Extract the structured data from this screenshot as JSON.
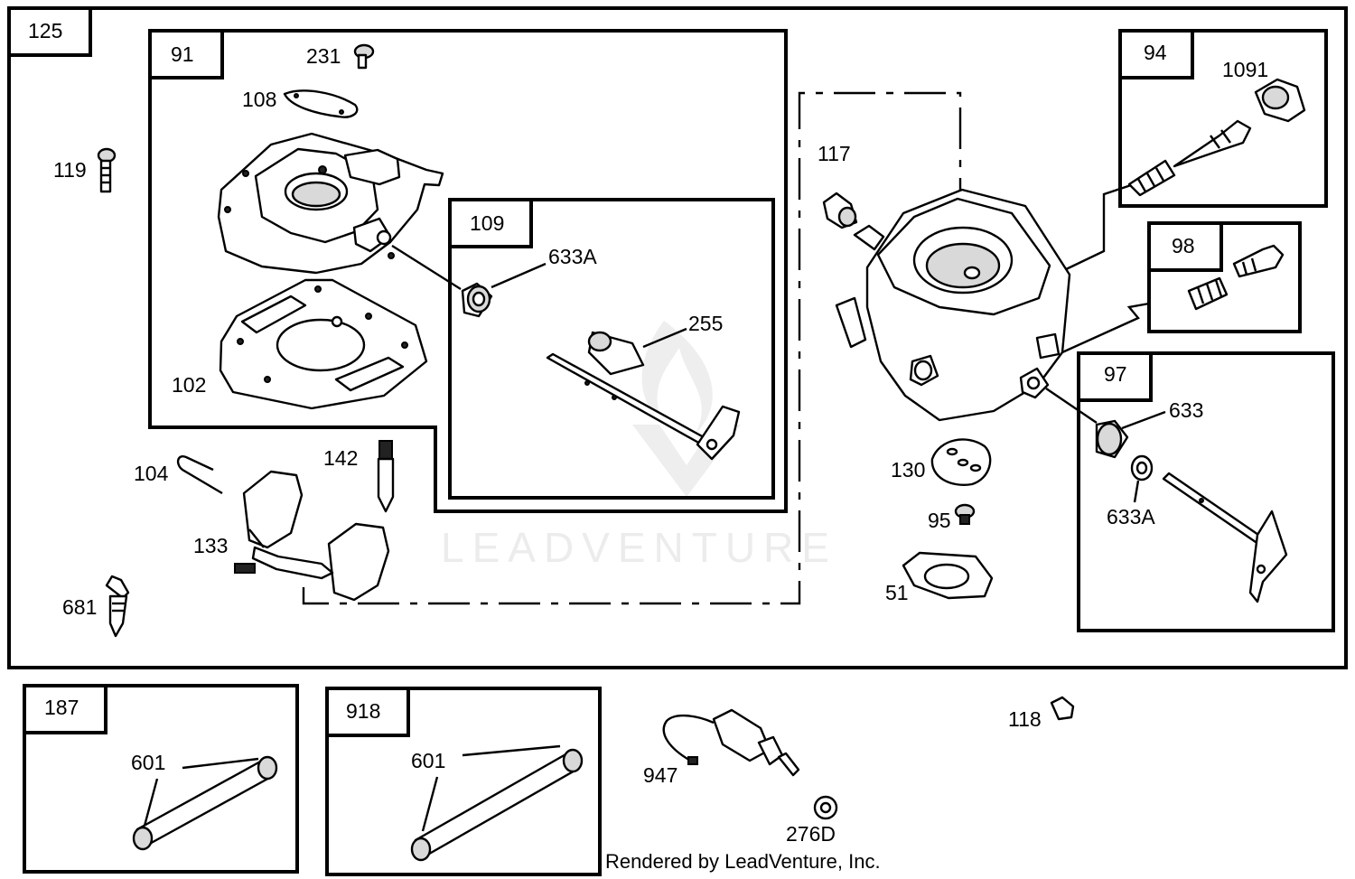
{
  "credit": "Rendered by LeadVenture, Inc.",
  "watermark": "LEADVENTURE",
  "groups": {
    "g125": "125",
    "g91": "91",
    "g109": "109",
    "g94": "94",
    "g98": "98",
    "g97": "97",
    "g187": "187",
    "g918": "918"
  },
  "parts": {
    "p231": "231",
    "p108": "108",
    "p119": "119",
    "p633a_a": "633A",
    "p255": "255",
    "p102": "102",
    "p104": "104",
    "p142": "142",
    "p133": "133",
    "p681": "681",
    "p117": "117",
    "p1091": "1091",
    "p130": "130",
    "p95": "95",
    "p51": "51",
    "p633": "633",
    "p633a_b": "633A",
    "p601_a": "601",
    "p601_b": "601",
    "p947": "947",
    "p276d": "276D",
    "p118": "118"
  }
}
